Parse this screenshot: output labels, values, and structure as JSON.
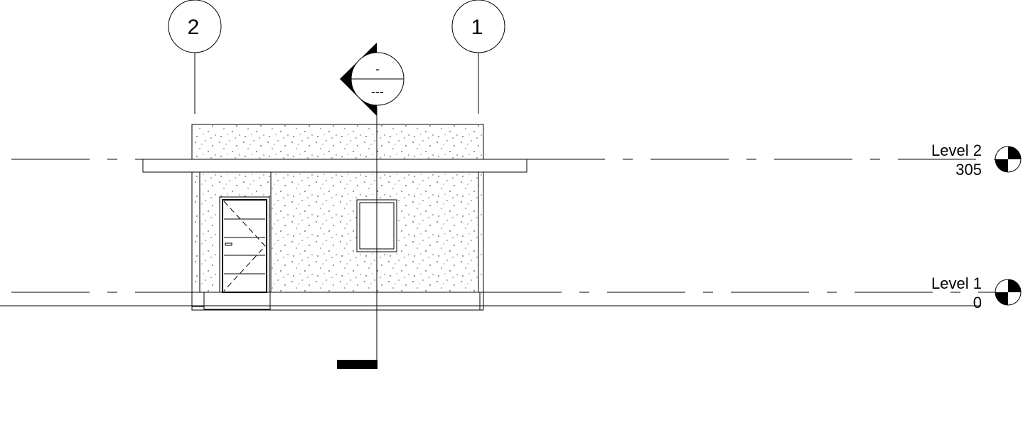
{
  "grids": [
    {
      "label": "2"
    },
    {
      "label": "1"
    }
  ],
  "levels": [
    {
      "name": "Level 2",
      "elevation": "305"
    },
    {
      "name": "Level 1",
      "elevation": "0"
    }
  ],
  "section_marker": {
    "sheet": "-",
    "detail": "---"
  },
  "colors": {
    "line": "#000000",
    "background": "#ffffff"
  }
}
